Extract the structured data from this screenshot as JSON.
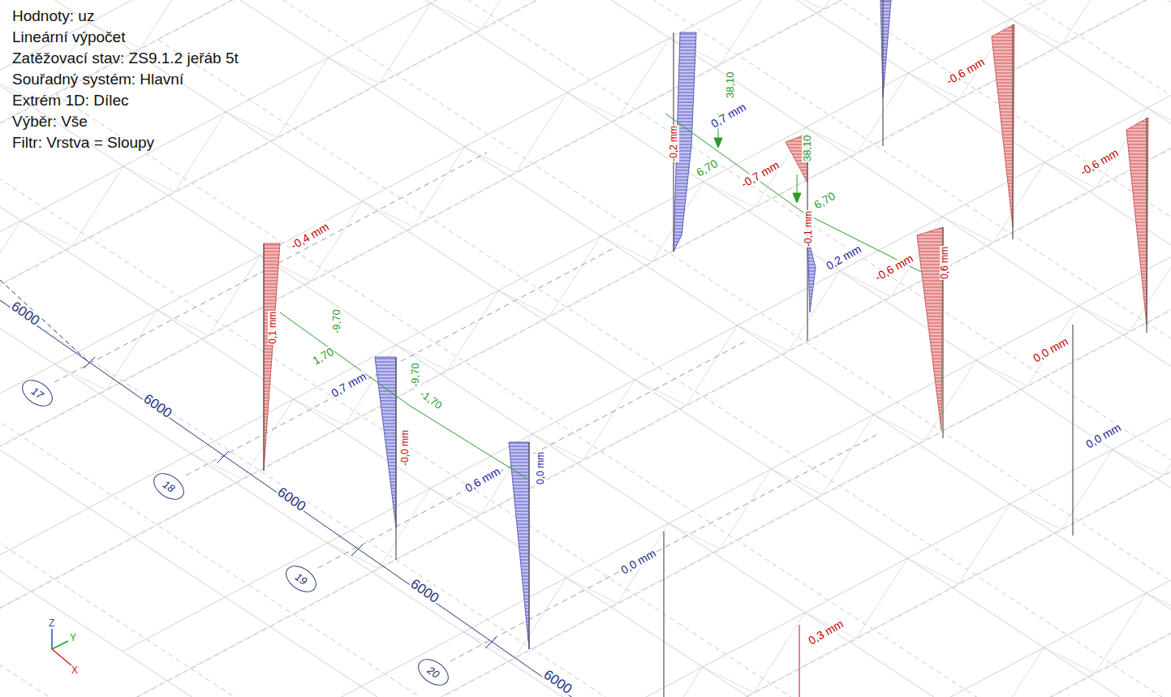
{
  "diagram": {
    "nodes": [
      {
        "text": [
          "17"
        ]
      },
      {
        "text": [
          "18"
        ]
      },
      {
        "text": [
          "19"
        ]
      },
      {
        "text": [
          "20"
        ]
      }
    ],
    "labels": [
      "Hodnoty: uz",
      "Lineární výpočet",
      "Zatěžovací stav: ZS9.1.2 jeřáb 5t",
      "Souřadný systém: Hlavní",
      "Extrém 1D: Dílec",
      "Výběr: Vše",
      "Filtr: Vrstva = Sloupy",
      "6000",
      "6000",
      "6000",
      "6000",
      "6000",
      "-0,4 mm",
      "0,1 mm",
      "1,70",
      "-9,70",
      "0,7 mm",
      "-9,70",
      "-1,70",
      "-0,0 mm",
      "0,6 mm",
      "0,0 mm",
      "0,0 mm",
      "0,7 mm",
      "38,10",
      "-0,2 mm",
      "6,70",
      "-0,7 mm",
      "38,10",
      "6,70",
      "-0,1 mm",
      "0,2 mm",
      "-0,6 mm",
      "0,6 mm",
      "-0,6 mm",
      "-0,6 mm",
      "0,0 mm",
      "0,0 mm",
      "0,3 mm",
      "Z",
      "Y",
      "X"
    ]
  }
}
